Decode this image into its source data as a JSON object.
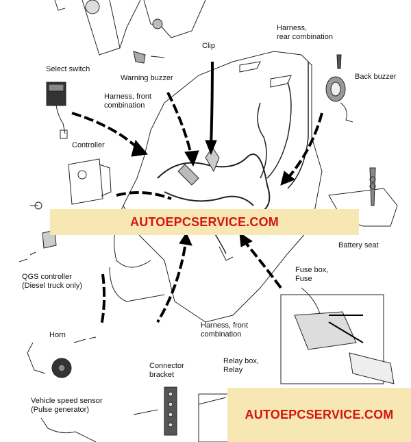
{
  "labels": {
    "harness_rear": "Harness,\nrear combination",
    "clip": "Clip",
    "back_buzzer": "Back buzzer",
    "warning_buzzer": "Warning buzzer",
    "select_switch": "Select switch",
    "harness_front_top": "Harness, front\ncombination",
    "controller": "Controller",
    "battery_seat": "Battery seat",
    "qgs_controller": "QGS controller\n(Diesel truck only)",
    "fuse_box": "Fuse box,\nFuse",
    "harness_front_bottom": "Harness, front\ncombination",
    "horn": "Horn",
    "connector_bracket": "Connector\nbracket",
    "relay_box": "Relay box,\nRelay",
    "speed_sensor": "Vehicle speed sensor\n(Pulse generator)"
  },
  "watermarks": {
    "top": "AUTOEPCSERVICE.COM",
    "bottom": "AUTOEPCSERVICE.COM"
  },
  "colors": {
    "band": "#f7e7b3",
    "watermark_text": "#d3160f"
  }
}
